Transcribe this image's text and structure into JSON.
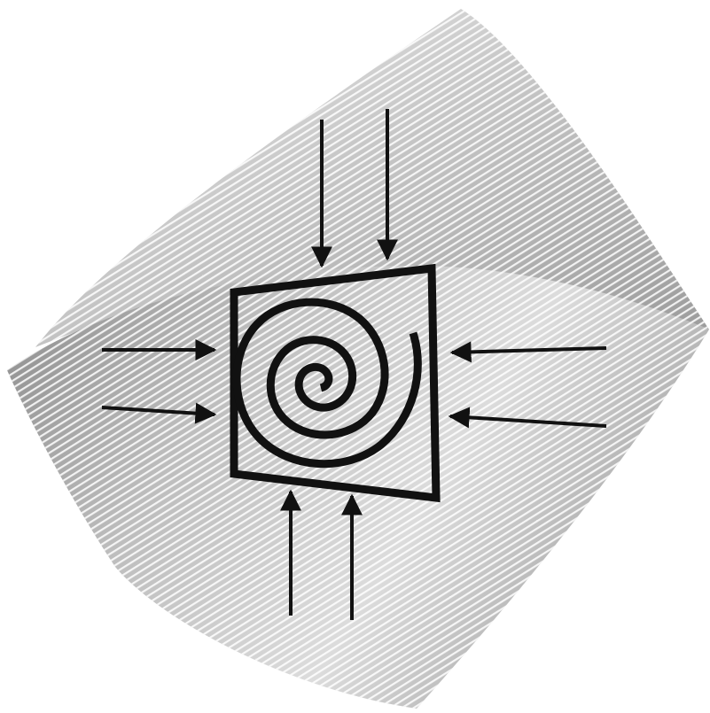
{
  "figure": {
    "colors": {
      "background": "#ffffff",
      "stripe_dark": "#6e6e6e",
      "stripe_light": "#ffffff",
      "ink": "#111111"
    },
    "icons": {
      "square_frame": "square-frame-icon",
      "spiral": "spiral-icon",
      "arrows": "arrow-icon"
    },
    "arrow_groups": [
      "top",
      "left",
      "right",
      "bottom"
    ],
    "arrows_per_group": 2
  }
}
